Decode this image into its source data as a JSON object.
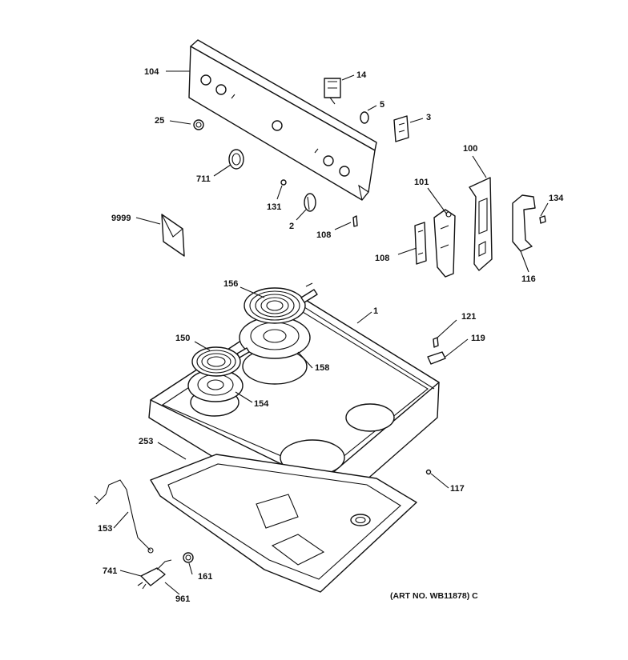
{
  "diagram": {
    "callouts": {
      "p104": "104",
      "p14": "14",
      "p5": "5",
      "p3": "3",
      "p25": "25",
      "p711": "711",
      "p131": "131",
      "p2": "2",
      "p108a": "108",
      "p9999": "9999",
      "p100": "100",
      "p101": "101",
      "p134": "134",
      "p108b": "108",
      "p116": "116",
      "p156": "156",
      "p1": "1",
      "p121": "121",
      "p119": "119",
      "p150": "150",
      "p158": "158",
      "p154": "154",
      "p253": "253",
      "p117": "117",
      "p153": "153",
      "p741": "741",
      "p161": "161",
      "p961": "961"
    },
    "art_number": "(ART NO. WB11878) C"
  }
}
